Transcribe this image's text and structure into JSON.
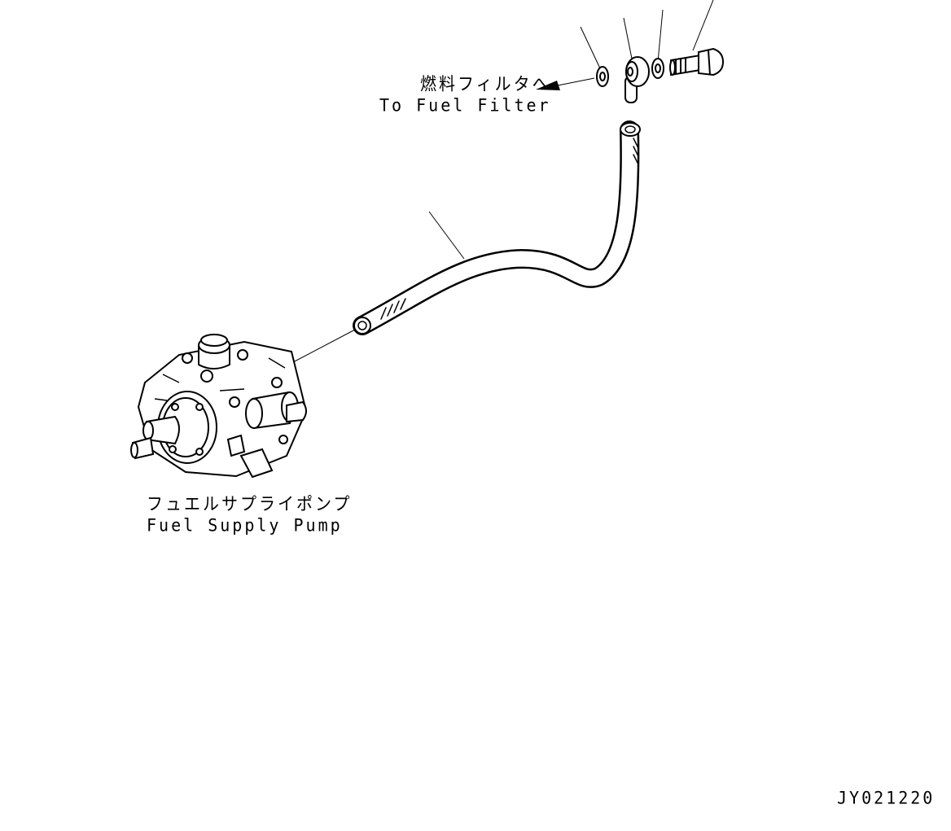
{
  "labels": {
    "to_filter_jp": "燃料フィルタへ",
    "to_filter_en": "To Fuel Filter",
    "pump_jp": "フュエルサプライポンプ",
    "pump_en": "Fuel Supply Pump",
    "drawing_code": "JY021220"
  },
  "colors": {
    "line": "#000000",
    "background": "#ffffff"
  }
}
